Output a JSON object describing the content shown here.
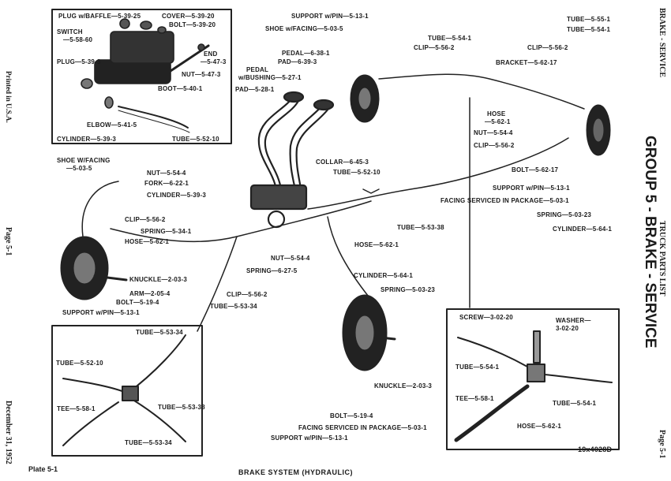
{
  "labels": {
    "plug_baffle": "PLUG w/BAFFLE—5-39-25",
    "cover": "COVER—5-39-20",
    "bolt_5_39_20": "BOLT—5-39-20",
    "switch": "SWITCH",
    "switch_num": "—5-58-60",
    "end": "END",
    "end_num": "—5-47-3",
    "plug_5_39_3": "PLUG—5-39-3",
    "nut_5_47_3": "NUT—5-47-3",
    "boot": "BOOT—5-40-1",
    "elbow": "ELBOW—5-41-5",
    "cylinder_5_39_3": "CYLINDER—5-39-3",
    "tube_5_52_10_a": "TUBE—5-52-10",
    "support_pin_top": "SUPPORT w/PIN—5-13-1",
    "shoe_facing_top": "SHOE w/FACING—5-03-5",
    "pedal": "PEDAL—6-38-1",
    "pad_6_39_3": "PAD—6-39-3",
    "pedal_bushing": "PEDAL",
    "pedal_bushing_2": "w/BUSHING—5-27-1",
    "pad_5_28_1": "PAD—5-28-1",
    "tube_5_54_1_top": "TUBE—5-54-1",
    "clip_5_56_2_top": "CLIP—5-56-2",
    "tube_5_55_1": "TUBE—5-55-1",
    "tube_5_54_1_right": "TUBE—5-54-1",
    "clip_5_56_2_right": "CLIP—5-56-2",
    "bracket": "BRACKET—5-62-17",
    "hose_right": "HOSE",
    "hose_right_num": "—5-62-1",
    "nut_right": "NUT—5-54-4",
    "clip_right2": "CLIP—5-56-2",
    "bolt_5_62_17": "BOLT—5-62-17",
    "support_pin_right": "SUPPORT w/PIN—5-13-1",
    "facing_serviced_right": "FACING SERVICED IN PACKAGE—5-03-1",
    "spring_right": "SPRING—5-03-23",
    "cylinder_right": "CYLINDER—5-64-1",
    "shoe_facing_left": "SHOE W/FACING",
    "shoe_facing_left_num": "—5-03-5",
    "nut_5_54_4_left": "NUT—5-54-4",
    "fork": "FORK—6-22-1",
    "cylinder_mid": "CYLINDER—5-39-3",
    "collar": "COLLAR—6-45-3",
    "tube_5_52_10_mid": "TUBE—5-52-10",
    "clip_left": "CLIP—5-56-2",
    "spring_5_34_1": "SPRING—5-34-1",
    "hose_left": "HOSE—5-62-1",
    "tube_5_53_38_mid": "TUBE—5-53-38",
    "hose_mid": "HOSE—5-62-1",
    "nut_mid": "NUT—5-54-4",
    "spring_6_27_5": "SPRING—6-27-5",
    "knuckle_left": "KNUCKLE—2-03-3",
    "arm": "ARM—2-05-4",
    "bolt_left": "BOLT—5-19-4",
    "support_pin_left": "SUPPORT w/PIN—5-13-1",
    "clip_mid_low": "CLIP—5-56-2",
    "tube_5_53_34_mid": "TUBE—5-53-34",
    "cylinder_low": "CYLINDER—5-64-1",
    "spring_low": "SPRING—5-03-23",
    "knuckle_low": "KNUCKLE—2-03-3",
    "bolt_low": "BOLT—5-19-4",
    "facing_serviced_low": "FACING SERVICED IN PACKAGE—5-03-1",
    "support_pin_low": "SUPPORT w/PIN—5-13-1",
    "inset_tube_5_53_34_top": "TUBE—5-53-34",
    "inset_tube_5_52_10": "TUBE—5-52-10",
    "inset_tee": "TEE—5-58-1",
    "inset_tube_5_53_38": "TUBE—5-53-38",
    "inset_tube_5_53_34_bot": "TUBE—5-53-34",
    "inset2_screw": "SCREW—3-02-20",
    "inset2_washer": "WASHER—",
    "inset2_washer_num": "3-02-20",
    "inset2_tube_left": "TUBE—5-54-1",
    "inset2_tee": "TEE—5-58-1",
    "inset2_tube_right": "TUBE—5-54-1",
    "inset2_hose": "HOSE—5-62-1",
    "figure_code": "19x4028D"
  },
  "footer": {
    "plate": "Plate 5-1",
    "caption": "BRAKE SYSTEM (HYDRAULIC)"
  },
  "margins": {
    "left_printed": "Printed in U.S.A.",
    "left_page": "Page 5-1",
    "left_date": "December 31, 1952",
    "right_header": "BRAKE - SERVICE",
    "right_list": "TRUCK PARTS LIST",
    "right_page": "Page 5-1",
    "group_title": "GROUP 5 - BRAKE - SERVICE"
  }
}
